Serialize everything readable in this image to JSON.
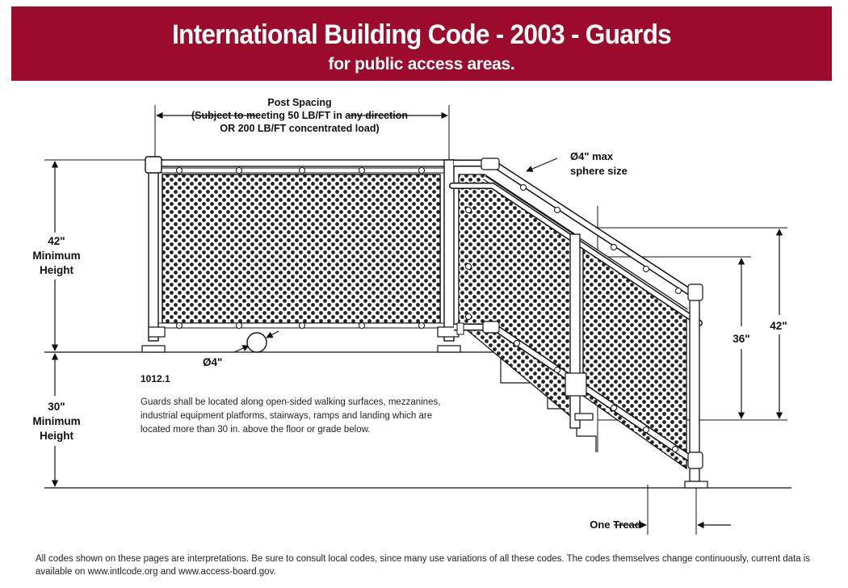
{
  "header": {
    "title": "International Building Code - 2003 - Guards",
    "subtitle": "for public access areas."
  },
  "labels": {
    "post_spacing_1": "Post Spacing",
    "post_spacing_2": "(Subject to meeting 50 LB/FT in any direction",
    "post_spacing_3": "OR 200 LB/FT concentrated load)",
    "sphere_1": "Ø4\" max",
    "sphere_2": "sphere size",
    "height_42_1": "42\"",
    "height_42_2": "Minimum",
    "height_42_3": "Height",
    "height_30_1": "30\"",
    "height_30_2": "Minimum",
    "height_30_3": "Height",
    "dia_4": "Ø4\"",
    "dim_36": "36\"",
    "dim_42": "42\"",
    "one_tread": "One Tread"
  },
  "code_section": {
    "number": "1012.1",
    "text": "Guards shall be located along open-sided walking surfaces, mezzanines, industrial equipment platforms, stairways, ramps and landing which are located more than 30 in. above the floor or grade below."
  },
  "footer": {
    "text": "All codes shown on these pages are interpretations. Be sure to consult local codes, since many use variations of all these codes. The codes themselves change continuously, current data is available on www.intlcode.org and www.access-board.gov."
  },
  "colors": {
    "banner": "#9c0a2c",
    "line": "#111111"
  }
}
